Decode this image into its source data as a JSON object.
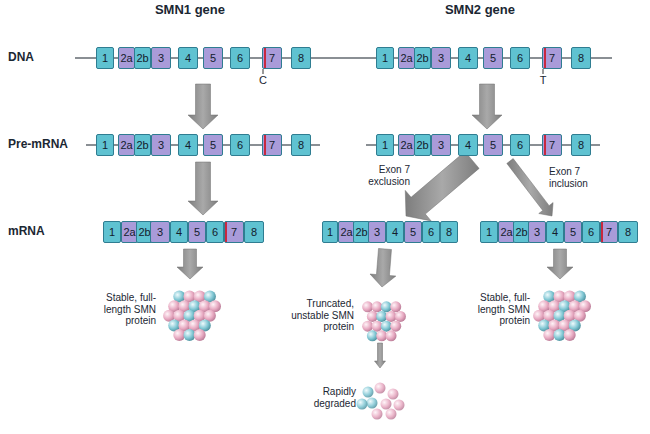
{
  "diagram": {
    "nodes": [
      {
        "text": [
          "1"
        ]
      },
      {
        "text": [
          "2a"
        ]
      },
      {
        "text": [
          "2b"
        ]
      },
      {
        "text": [
          "3"
        ]
      },
      {
        "text": [
          "4"
        ]
      },
      {
        "text": [
          "5"
        ]
      },
      {
        "text": [
          "6"
        ]
      },
      {
        "text": [
          "7"
        ]
      },
      {
        "text": [
          "8"
        ]
      },
      {
        "text": [
          "1"
        ]
      },
      {
        "text": [
          "2a"
        ]
      },
      {
        "text": [
          "2b"
        ]
      },
      {
        "text": [
          "3"
        ]
      },
      {
        "text": [
          "4"
        ]
      },
      {
        "text": [
          "5"
        ]
      },
      {
        "text": [
          "6"
        ]
      },
      {
        "text": [
          "7"
        ]
      },
      {
        "text": [
          "8"
        ]
      },
      {
        "text": [
          "1"
        ]
      },
      {
        "text": [
          "2a"
        ]
      },
      {
        "text": [
          "2b"
        ]
      },
      {
        "text": [
          "3"
        ]
      },
      {
        "text": [
          "4"
        ]
      },
      {
        "text": [
          "5"
        ]
      },
      {
        "text": [
          "6"
        ]
      },
      {
        "text": [
          "7"
        ]
      },
      {
        "text": [
          "8"
        ]
      },
      {
        "text": [
          "1"
        ]
      },
      {
        "text": [
          "2a"
        ]
      },
      {
        "text": [
          "2b"
        ]
      },
      {
        "text": [
          "3"
        ]
      },
      {
        "text": [
          "4"
        ]
      },
      {
        "text": [
          "5"
        ]
      },
      {
        "text": [
          "6"
        ]
      },
      {
        "text": [
          "7"
        ]
      },
      {
        "text": [
          "8"
        ]
      },
      {
        "text": [
          "1"
        ]
      },
      {
        "text": [
          "2a"
        ]
      },
      {
        "text": [
          "2b"
        ]
      },
      {
        "text": [
          "3"
        ]
      },
      {
        "text": [
          "4"
        ]
      },
      {
        "text": [
          "5"
        ]
      },
      {
        "text": [
          "6"
        ]
      },
      {
        "text": [
          "7"
        ]
      },
      {
        "text": [
          "8"
        ]
      },
      {
        "text": [
          "1"
        ]
      },
      {
        "text": [
          "2a"
        ]
      },
      {
        "text": [
          "2b"
        ]
      },
      {
        "text": [
          "3"
        ]
      },
      {
        "text": [
          "4"
        ]
      },
      {
        "text": [
          "5"
        ]
      },
      {
        "text": [
          "6"
        ]
      },
      {
        "text": [
          "8"
        ]
      },
      {
        "text": [
          "1"
        ]
      },
      {
        "text": [
          "2a"
        ]
      },
      {
        "text": [
          "2b"
        ]
      },
      {
        "text": [
          "3"
        ]
      },
      {
        "text": [
          "4"
        ]
      },
      {
        "text": [
          "5"
        ]
      },
      {
        "text": [
          "6"
        ]
      },
      {
        "text": [
          "7"
        ]
      },
      {
        "text": [
          "8"
        ]
      }
    ],
    "labels": [
      "SMN1 gene",
      "SMN2 gene",
      "DNA",
      "Pre-mRNA",
      "mRNA",
      "C",
      "T",
      "Exon 7 exclusion",
      "Exon 7 inclusion",
      "Stable, full-length SMN protein",
      "Truncated, unstable SMN protein",
      "Rapidly degraded",
      "Stable, full-length SMN protein"
    ]
  }
}
